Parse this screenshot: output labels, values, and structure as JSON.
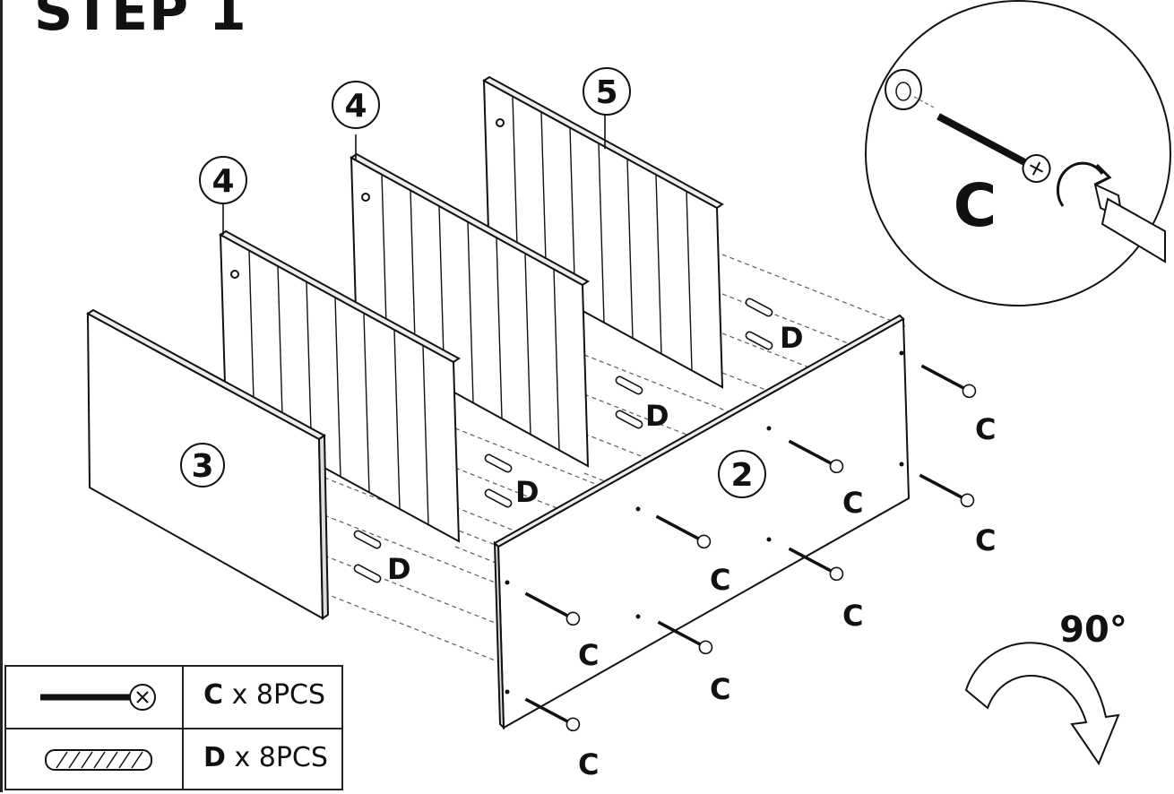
{
  "title": "STEP 1",
  "panels": {
    "side_left": "3",
    "slat_front": "4",
    "slat_middle": "4",
    "slat_back": "5",
    "side_right": "2"
  },
  "fastener_labels": {
    "dowel": "D",
    "screw": "C"
  },
  "detail": {
    "label": "C"
  },
  "rotation": {
    "label": "90°"
  },
  "parts": [
    {
      "code": "C",
      "qty": "x 8PCS",
      "icon": "screw-icon"
    },
    {
      "code": "D",
      "qty": "x 8PCS",
      "icon": "dowel-icon"
    }
  ]
}
